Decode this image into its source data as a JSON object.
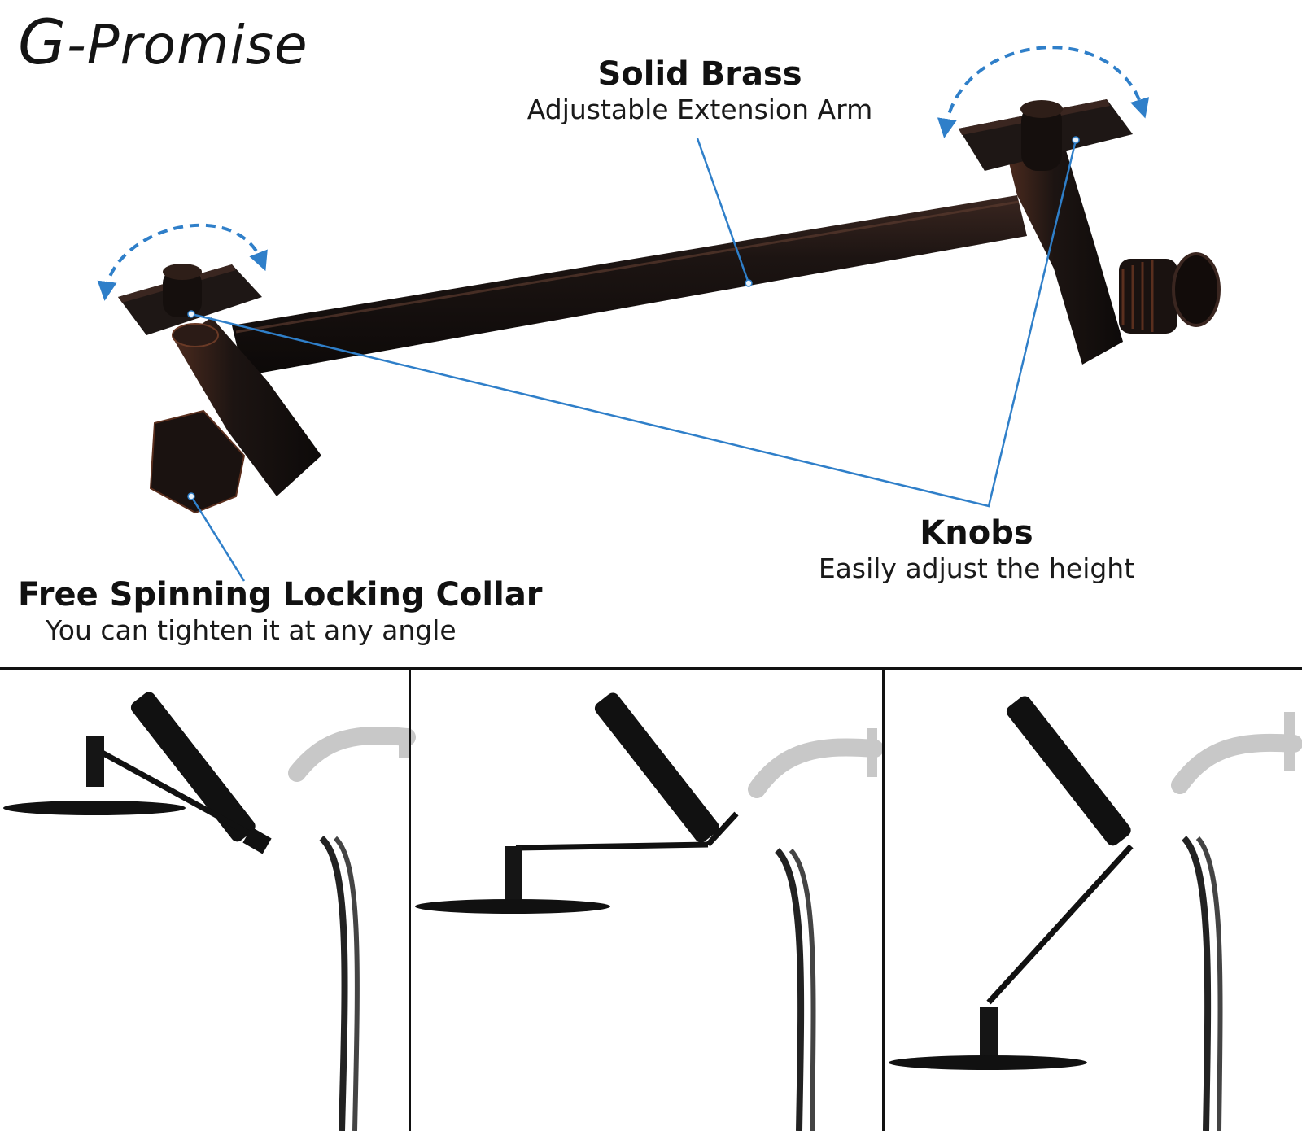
{
  "brand": {
    "initial": "G",
    "rest": "-Promise"
  },
  "callouts": {
    "arm": {
      "title": "Solid Brass",
      "subtitle": "Adjustable Extension Arm"
    },
    "knobs": {
      "title": "Knobs",
      "subtitle": "Easily adjust the height"
    },
    "collar": {
      "title": "Free Spinning Locking Collar",
      "subtitle": "You can tighten it at any angle"
    }
  },
  "colors": {
    "accent": "#2f7fc9",
    "bronze": "#1e1715",
    "bronze_highlight": "#5a2f1e",
    "chrome_gray": "#c8c8c8",
    "divider": "#111111"
  },
  "icons": [
    "rotate-arrow-icon",
    "rotate-arrow-icon",
    "shower-head-icon",
    "hand-shower-icon"
  ]
}
